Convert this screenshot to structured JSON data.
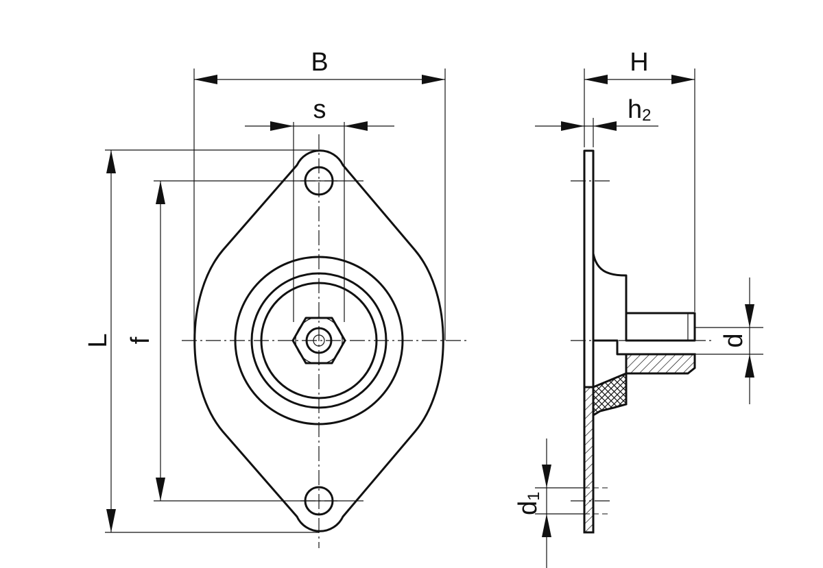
{
  "dimensions": {
    "B": "B",
    "s": "s",
    "L": "L",
    "f": "f",
    "H": "H",
    "h2": {
      "base": "h",
      "subscript": "2"
    },
    "d": "d",
    "d1": {
      "base": "d",
      "subscript": "1"
    }
  }
}
